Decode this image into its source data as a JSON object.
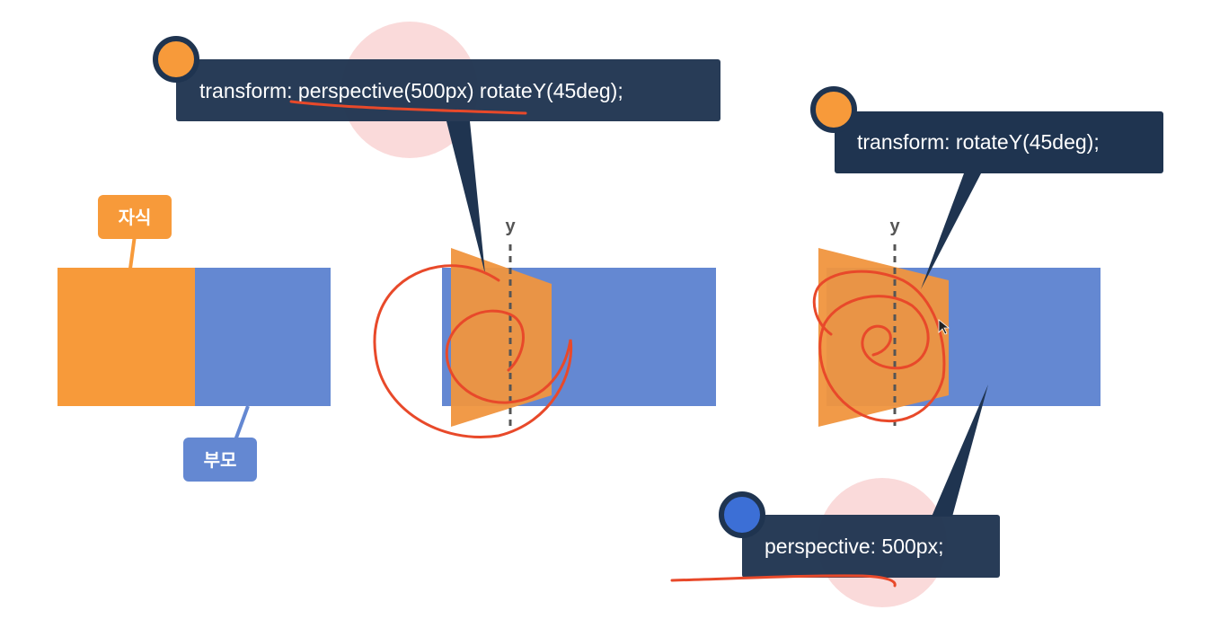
{
  "labels": {
    "child": "자식",
    "parent": "부모",
    "axis_middle": "y",
    "axis_right": "y"
  },
  "callouts": {
    "function_form": "transform: perspective(500px) rotateY(45deg);",
    "rotate_only": "transform: rotateY(45deg);",
    "perspective_property": "perspective: 500px;"
  },
  "colors": {
    "child": "#F79A3A",
    "child_rotated": "#F0953E",
    "parent": "#6488D2",
    "callout_bg": "#1F3450",
    "callout_text": "#FFFFFF",
    "badge_orange": "#F79A3A",
    "badge_blue": "#3C6FD6",
    "pen_stroke": "#E8492A",
    "highlight_circle": "#F7C6C6",
    "axis_line": "#555555"
  }
}
